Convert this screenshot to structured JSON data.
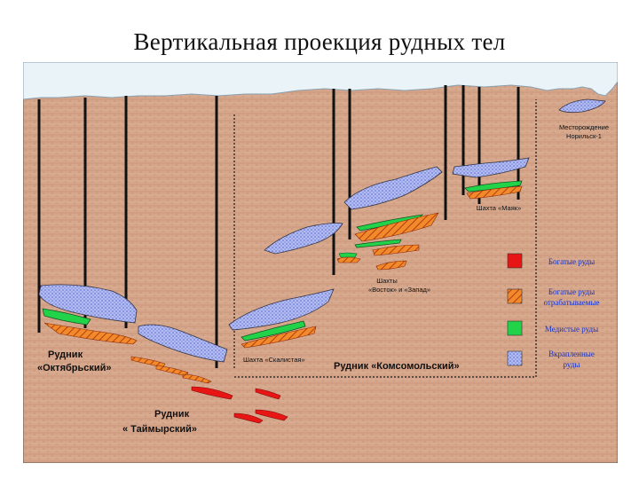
{
  "title": "Вертикальная проекция рудных тел",
  "labels": {
    "mine_oktyabrsky_line1": "Рудник",
    "mine_oktyabrsky_line2": "«Октябрьский»",
    "mine_taimyrsky_line1": "Рудник",
    "mine_taimyrsky_line2": "« Таймырский»",
    "mine_komsomolsky": "Рудник «Комсомольский»",
    "shaft_skalistaya": "Шахта «Скалистая»",
    "shafts_vostok_zapad_line1": "Шахты",
    "shafts_vostok_zapad_line2": "«Восток» и «Запад»",
    "shaft_mayak": "Шахта «Маяк»",
    "deposit_norilsk1_line1": "Месторождение",
    "deposit_norilsk1_line2": "Норильск-1"
  },
  "legend": [
    {
      "id": "rich",
      "line1": "Богатые руды",
      "line2": "",
      "color": "#e81515",
      "pattern": "solid"
    },
    {
      "id": "rich-mined",
      "line1": "Богатые руды",
      "line2": "отрабатываемые",
      "color": "#f08a2a",
      "pattern": "hatch"
    },
    {
      "id": "copper",
      "line1": "Медистые руды",
      "line2": "",
      "color": "#22d34a",
      "pattern": "solid"
    },
    {
      "id": "disseminated",
      "line1": "Вкрапленные",
      "line2": "руды",
      "color": "#aab6f0",
      "pattern": "dots"
    }
  ],
  "colors": {
    "rock": "#d6a68a",
    "sky": "#eaf4f8",
    "rich": "#e81515",
    "hatch": "#f08a2a",
    "copper": "#22d34a",
    "dots": "#aab6f0",
    "legend_text": "#1533c8"
  }
}
